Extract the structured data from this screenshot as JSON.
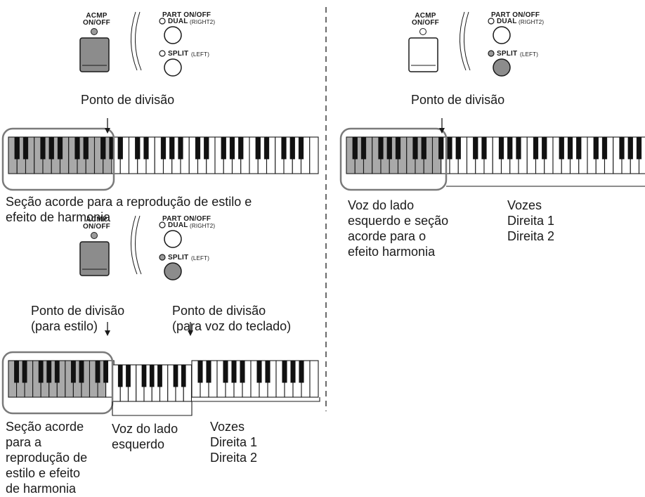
{
  "panel_labels": {
    "acmp": "ACMP\nON/OFF",
    "part_on_off": "PART ON/OFF",
    "dual": "DUAL",
    "dual_sub": "(RIGHT2)",
    "split": "SPLIT",
    "split_sub": "(LEFT)"
  },
  "panels": [
    {
      "id": "top-left",
      "acmp_on": true,
      "dual_on": false,
      "split_on": false
    },
    {
      "id": "top-right",
      "acmp_on": false,
      "dual_on": false,
      "split_on": true
    },
    {
      "id": "bottom-left",
      "acmp_on": true,
      "dual_on": false,
      "split_on": true
    }
  ],
  "texts": {
    "split_point_tl": "Ponto de divisão",
    "split_point_tr": "Ponto de divisão",
    "chord_section_tl": "Seção acorde para a reprodução de estilo e\nefeito de harmonia",
    "left_voice_chord_tr": "Voz do lado\nesquerdo e seção\nacorde para o\nefeito harmonia",
    "right_voices_tr": "Vozes\nDireita 1\nDireita 2",
    "split_point_style": "Ponto de divisão\n(para estilo)",
    "split_point_voice": "Ponto de divisão\n(para voz do teclado)",
    "chord_section_bl": "Seção acorde\npara a\nreprodução de\nestilo e efeito\nde harmonia",
    "left_voice_bl": "Voz do lado\nesquerdo",
    "right_voices_bl": "Vozes\nDireita 1\nDireita 2"
  },
  "colors": {
    "ink": "#1a1a1a",
    "gray_key": "#a9a9a9",
    "lamp_gray": "#9a9a9a",
    "button_gray": "#8c8c8c",
    "region_outline": "#7a7a7a"
  }
}
